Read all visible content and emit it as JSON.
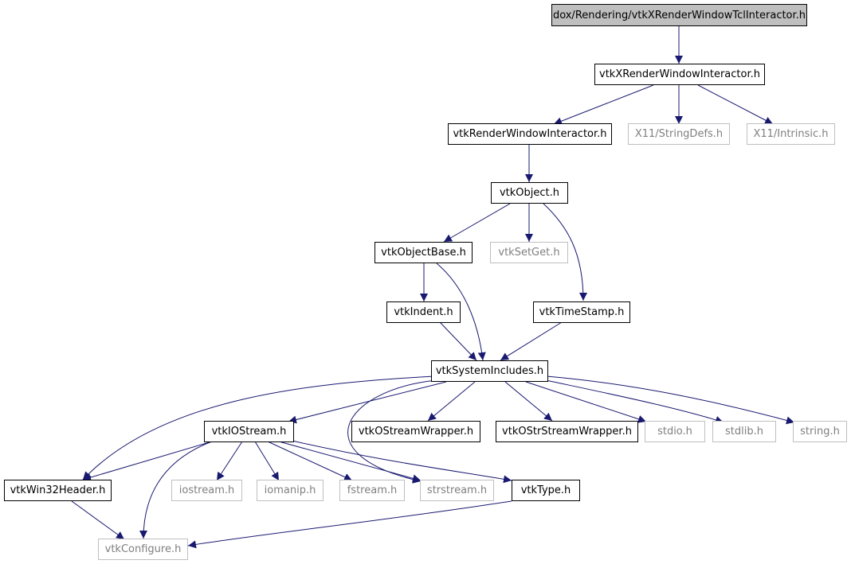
{
  "colors": {
    "edge": "#191970",
    "root_fill": "#bfbfbf",
    "external_border": "#bfbfbf",
    "external_text": "#7f7f7f"
  },
  "nodes": {
    "root": "dox/Rendering/vtkXRenderWindowTclInteractor.h",
    "vtkXRenderWindowInteractor": "vtkXRenderWindowInteractor.h",
    "vtkRenderWindowInteractor": "vtkRenderWindowInteractor.h",
    "X11StringDefs": "X11/StringDefs.h",
    "X11Intrinsic": "X11/Intrinsic.h",
    "vtkObject": "vtkObject.h",
    "vtkObjectBase": "vtkObjectBase.h",
    "vtkSetGet": "vtkSetGet.h",
    "vtkIndent": "vtkIndent.h",
    "vtkTimeStamp": "vtkTimeStamp.h",
    "vtkSystemIncludes": "vtkSystemIncludes.h",
    "vtkIOStream": "vtkIOStream.h",
    "vtkOStreamWrapper": "vtkOStreamWrapper.h",
    "vtkOStrStreamWrapper": "vtkOStrStreamWrapper.h",
    "stdio": "stdio.h",
    "stdlib": "stdlib.h",
    "string": "string.h",
    "vtkWin32Header": "vtkWin32Header.h",
    "iostream": "iostream.h",
    "iomanip": "iomanip.h",
    "fstream": "fstream.h",
    "strstream": "strstream.h",
    "vtkType": "vtkType.h",
    "vtkConfigure": "vtkConfigure.h"
  }
}
